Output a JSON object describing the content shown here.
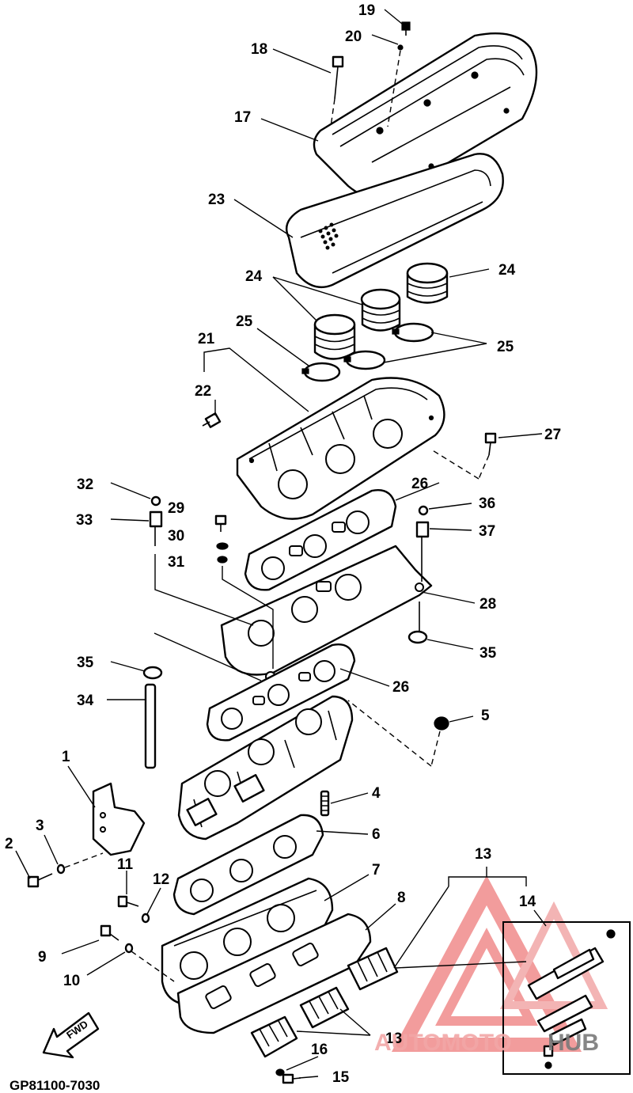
{
  "diagram": {
    "code": "GP81100-7030",
    "fwd_label": "FWD",
    "watermark": {
      "text_a": "AUTOMOTO",
      "text_b": "HUB",
      "color_a": "#f2a7a7",
      "color_b": "#7a7a7a"
    },
    "callouts": {
      "c1": "1",
      "c2": "2",
      "c3": "3",
      "c4": "4",
      "c5": "5",
      "c6": "6",
      "c7": "7",
      "c8": "8",
      "c9": "9",
      "c10": "10",
      "c11": "11",
      "c12": "12",
      "c13a": "13",
      "c13b": "13",
      "c14": "14",
      "c15": "15",
      "c16": "16",
      "c17": "17",
      "c18": "18",
      "c19": "19",
      "c20": "20",
      "c21": "21",
      "c22": "22",
      "c23": "23",
      "c24a": "24",
      "c24b": "24",
      "c25a": "25",
      "c25b": "25",
      "c26a": "26",
      "c26b": "26",
      "c27": "27",
      "c28": "28",
      "c29": "29",
      "c30": "30",
      "c31": "31",
      "c32": "32",
      "c33": "33",
      "c34": "34",
      "c35a": "35",
      "c35b": "35",
      "c36": "36",
      "c37": "37"
    }
  }
}
